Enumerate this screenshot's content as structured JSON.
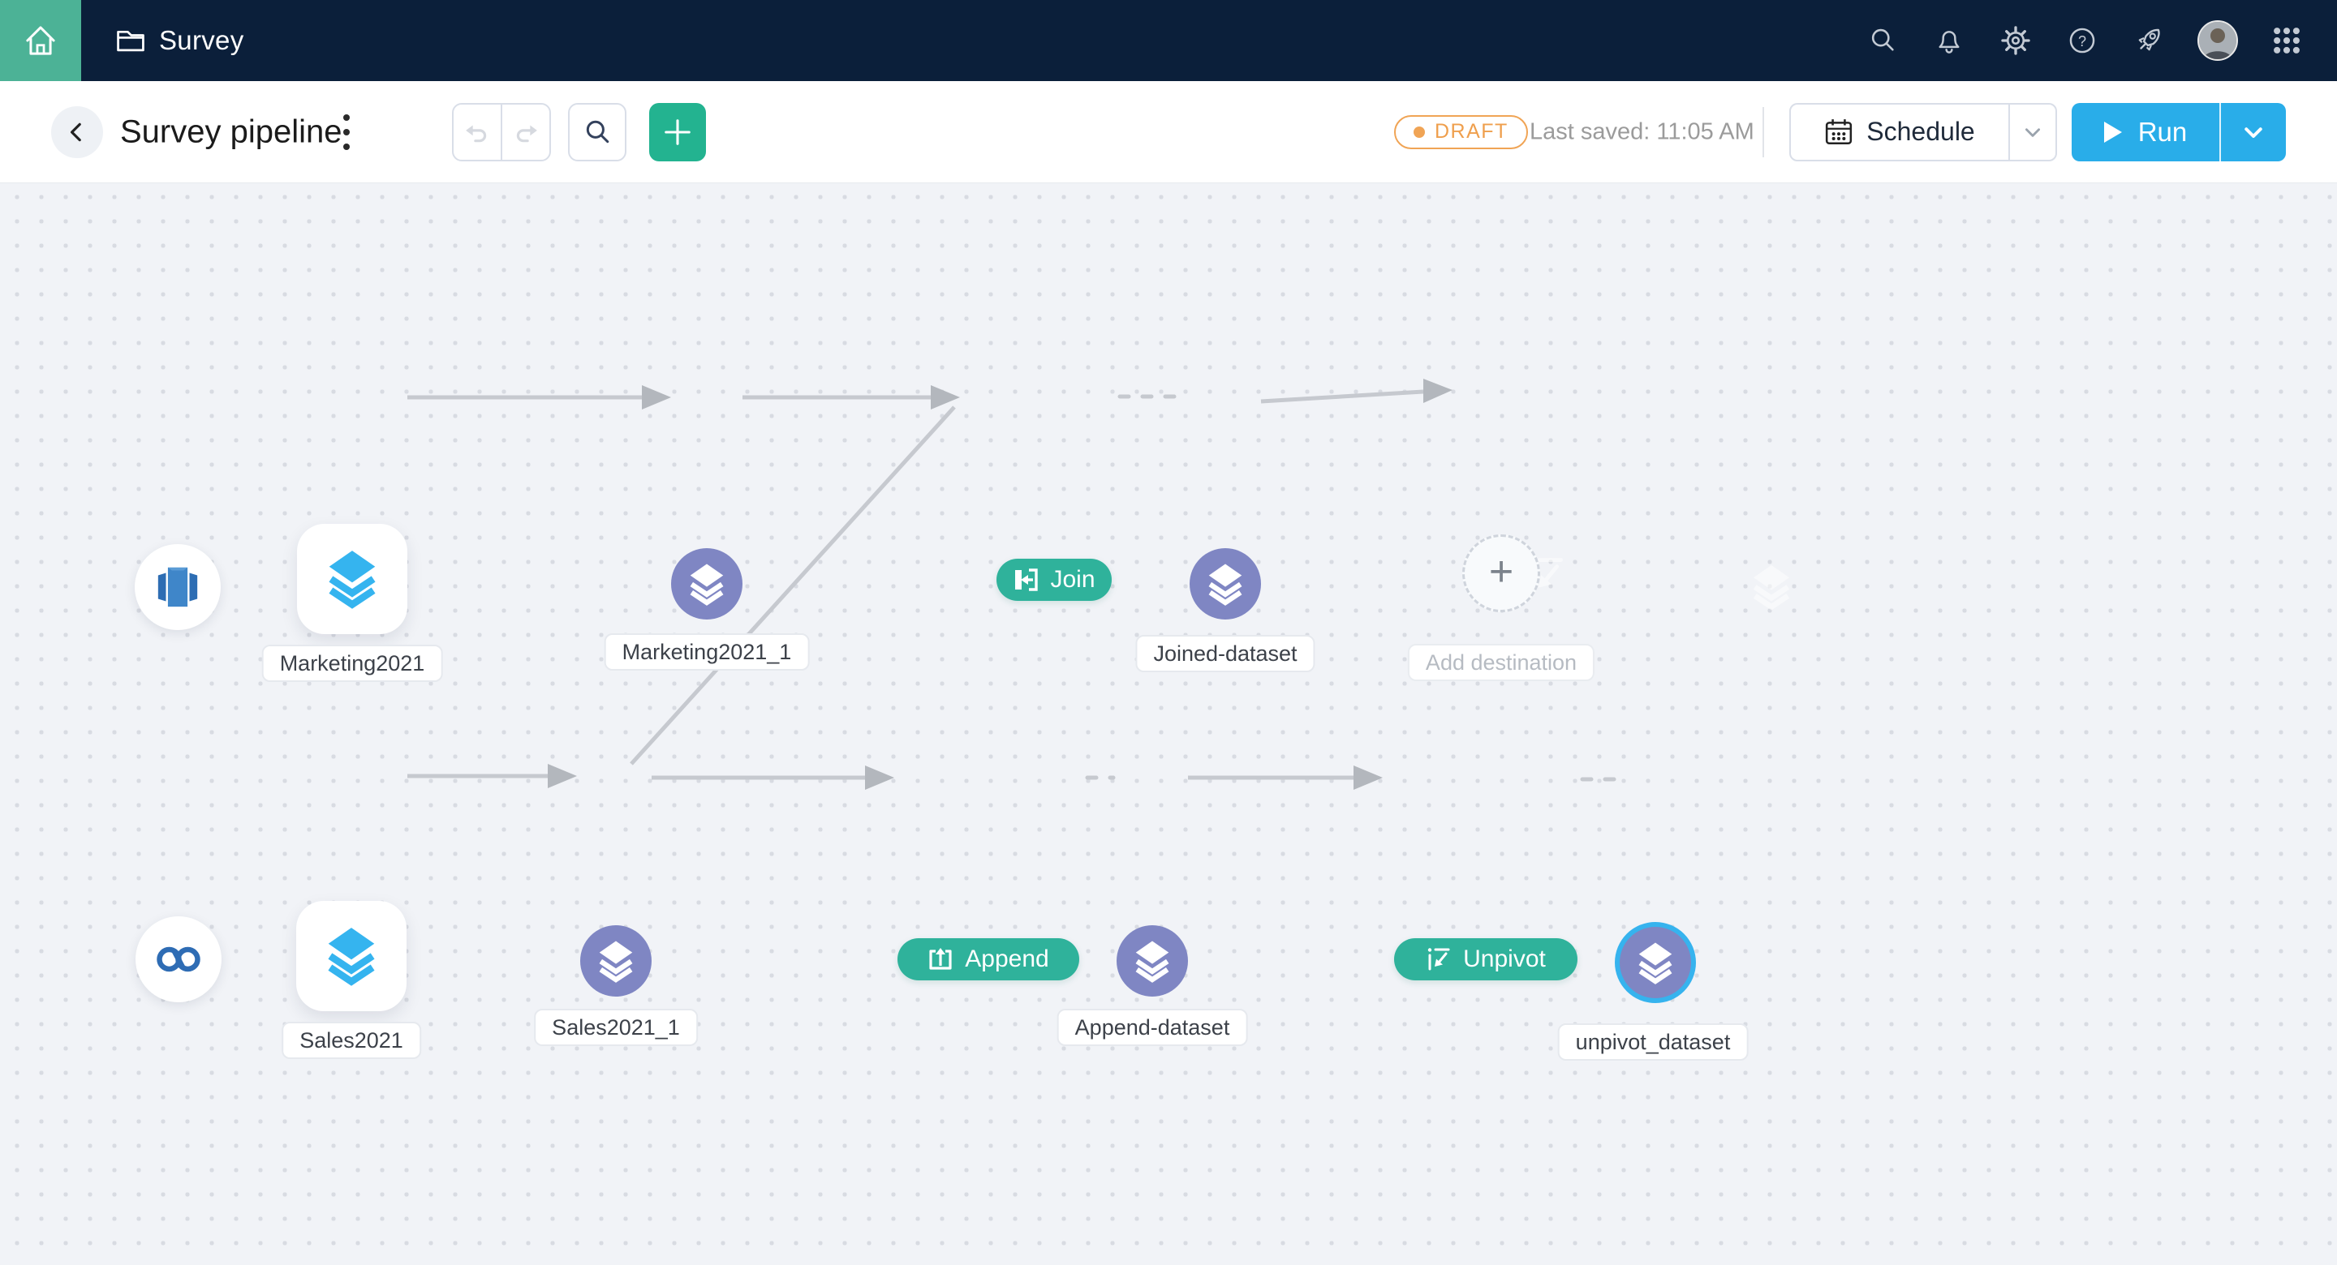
{
  "navbar": {
    "app_title": "Survey",
    "icons": [
      "home",
      "folder",
      "search",
      "notifications",
      "settings",
      "help",
      "whats-new",
      "avatar",
      "apps-grid"
    ]
  },
  "toolbar": {
    "title": "Survey pipeline",
    "status_badge": "DRAFT",
    "last_saved": "Last saved: 11:05 AM",
    "schedule_label": "Schedule",
    "run_label": "Run"
  },
  "pipeline": {
    "nodes": {
      "marketing": "Marketing2021",
      "marketing_1": "Marketing2021_1",
      "joined": "Joined-dataset",
      "add_destination": "Add destination",
      "sales": "Sales2021",
      "sales_1": "Sales2021_1",
      "append_ds": "Append-dataset",
      "unpivot_ds": "unpivot_dataset"
    },
    "transforms": {
      "join": "Join",
      "append": "Append",
      "unpivot": "Unpivot"
    },
    "sources": [
      "redshift",
      "zoho-crm"
    ]
  },
  "colors": {
    "navbar_bg": "#0b1f3a",
    "home_green": "#4cb296",
    "add_button_green": "#23b390",
    "transform_pill_green": "#2fb29b",
    "run_blue": "#29ade9",
    "dataset_node_purple": "#7f86c3",
    "dataset_icon_blue": "#35b4ef",
    "draft_orange": "#f0a455",
    "selected_ring_blue": "#36b3ee",
    "canvas_bg": "#f1f3f7"
  }
}
